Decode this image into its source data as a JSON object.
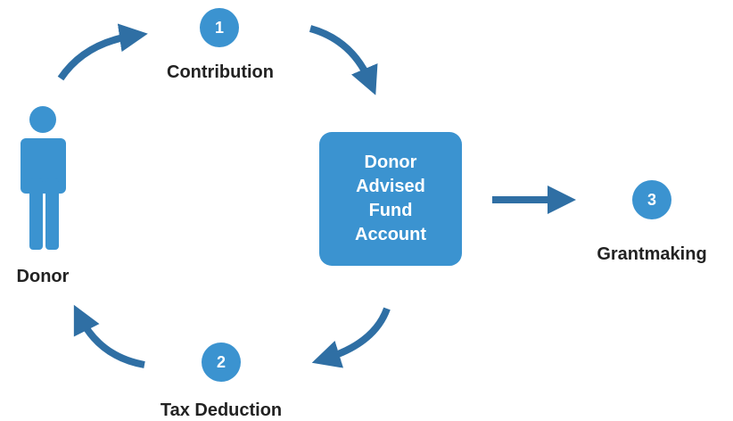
{
  "diagram": {
    "colors": {
      "arrow": "#2f6fa4",
      "accent": "#3b93d0",
      "text": "#222222",
      "badge_text": "#ffffff"
    },
    "donor": {
      "icon": "person-icon",
      "label": "Donor"
    },
    "steps": [
      {
        "number": "1",
        "label": "Contribution"
      },
      {
        "number": "2",
        "label": "Tax Deduction"
      },
      {
        "number": "3",
        "label": "Grantmaking"
      }
    ],
    "fund_account": {
      "lines": [
        "Donor",
        "Advised",
        "Fund",
        "Account"
      ]
    }
  }
}
